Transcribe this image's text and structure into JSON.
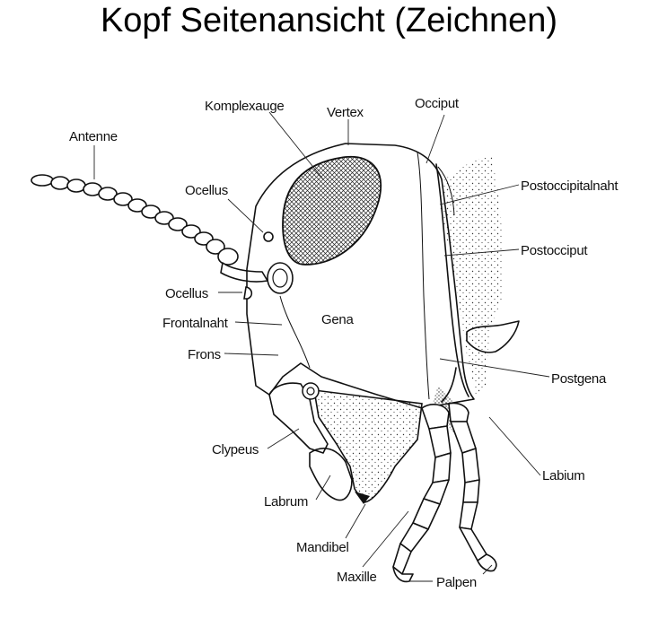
{
  "title": "Kopf Seitenansicht (Zeichnen)",
  "labels": {
    "komplexauge": "Komplexauge",
    "vertex": "Vertex",
    "occiput": "Occiput",
    "antenne": "Antenne",
    "ocellus_top": "Ocellus",
    "postoccipitalnaht": "Postoccipitalnaht",
    "postocciput": "Postocciput",
    "ocellus_side": "Ocellus",
    "frontalnaht": "Frontalnaht",
    "gena": "Gena",
    "frons": "Frons",
    "postgena": "Postgena",
    "clypeus": "Clypeus",
    "labium": "Labium",
    "labrum": "Labrum",
    "mandibel": "Mandibel",
    "maxille": "Maxille",
    "palpen": "Palpen"
  }
}
